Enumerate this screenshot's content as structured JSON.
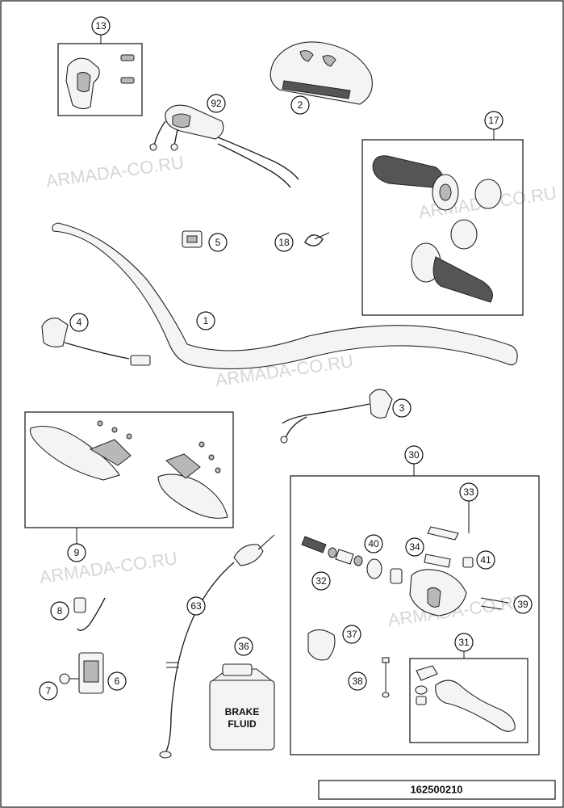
{
  "watermark": "ARMADA-CO.RU",
  "document_number": "162500210",
  "callouts": {
    "c1": "1",
    "c2": "2",
    "c3": "3",
    "c4": "4",
    "c5": "5",
    "c6": "6",
    "c7": "7",
    "c8": "8",
    "c9": "9",
    "c13": "13",
    "c17": "17",
    "c18": "18",
    "c30": "30",
    "c31": "31",
    "c32": "32",
    "c33": "33",
    "c34": "34",
    "c36": "36",
    "c37": "37",
    "c38": "38",
    "c39": "39",
    "c40": "40",
    "c41": "41",
    "c63": "63",
    "c92": "92"
  },
  "labels": {
    "brake_fluid_line1": "BRAKE",
    "brake_fluid_line2": "FLUID"
  }
}
